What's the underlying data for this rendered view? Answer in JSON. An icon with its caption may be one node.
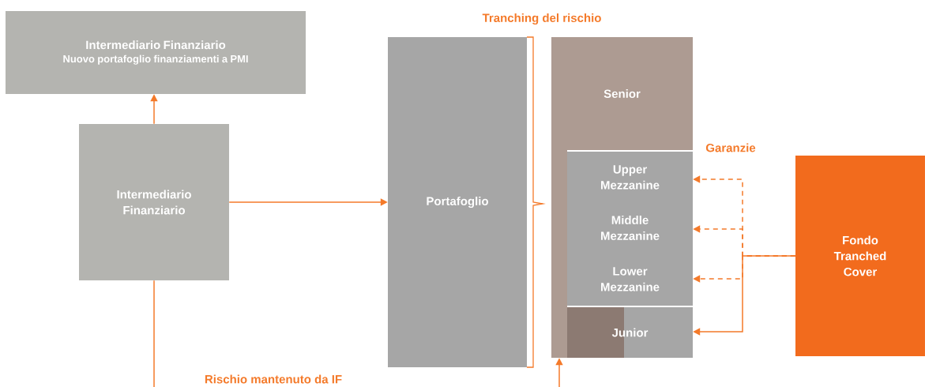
{
  "diagram": {
    "nodes": [
      {
        "text": [
          "Intermediario Finanziario",
          "Nuovo portafoglio finanziamenti a PMI"
        ]
      },
      {
        "text": [
          "Intermediario Finanziario"
        ]
      },
      {
        "text": [
          "Portafoglio"
        ]
      },
      {
        "text": [],
        "shape": "box"
      },
      {
        "text": [
          "Senior"
        ]
      },
      {
        "text": [
          "Upper Mezzanine"
        ]
      },
      {
        "text": [
          "Middle Mezzanine"
        ]
      },
      {
        "text": [
          "Lower Mezzanine"
        ]
      },
      {
        "text": [
          "Junior"
        ]
      },
      {
        "text": [
          "Fondo Tranched Cover"
        ]
      }
    ],
    "edges": [
      {
        "from": 1,
        "to": 0,
        "arrow": "to"
      },
      {
        "from": 1,
        "to": 2,
        "arrow": "to"
      },
      {
        "from": 9,
        "to": 5,
        "arrow": "to",
        "style": "dashed"
      },
      {
        "from": 9,
        "to": 6,
        "arrow": "to",
        "style": "dashed"
      },
      {
        "from": 9,
        "to": 7,
        "arrow": "to",
        "style": "dashed"
      },
      {
        "from": 9,
        "to": 8,
        "arrow": "to"
      },
      {
        "from": 1,
        "to": null,
        "arrow": "none"
      },
      {
        "from": null,
        "to": 3,
        "arrow": "to"
      }
    ],
    "labels": [
      "Tranching del rischio",
      "Garanzie",
      "Rischio mantenuto da IF"
    ]
  }
}
